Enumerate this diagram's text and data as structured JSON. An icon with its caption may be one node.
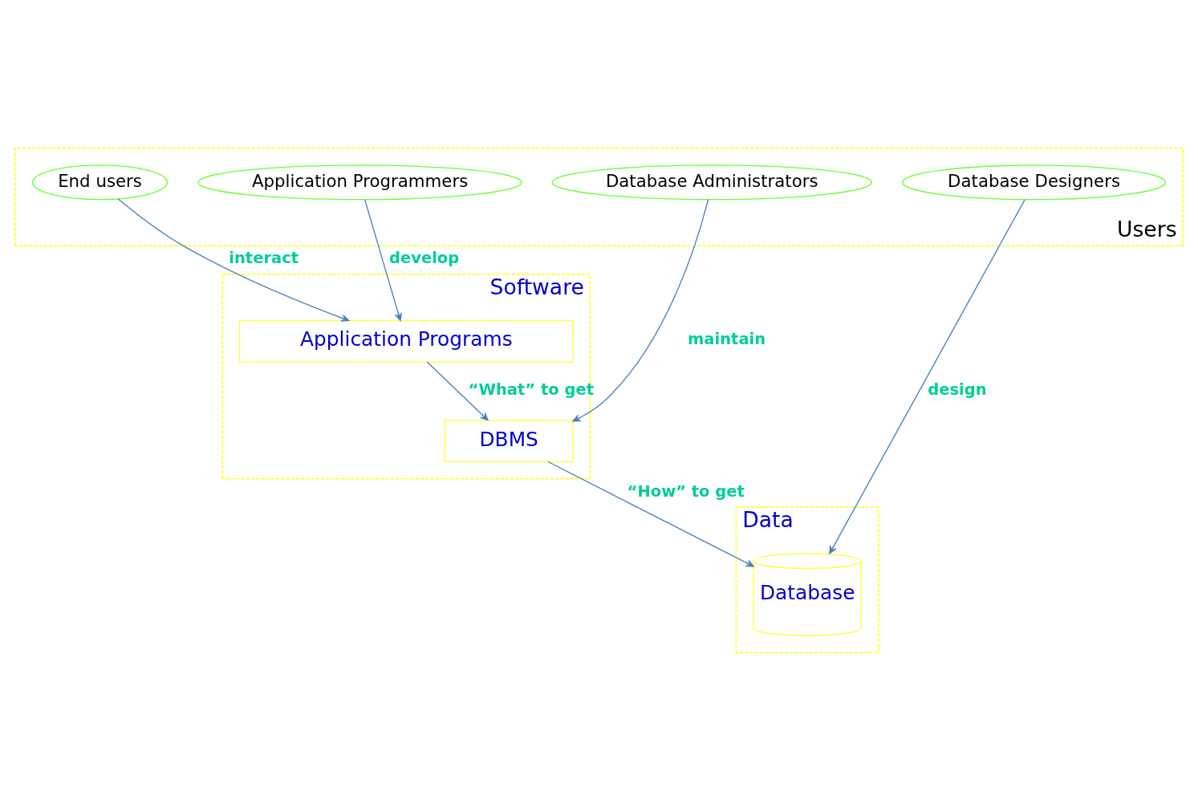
{
  "diagram": {
    "nodes": [
      {
        "text": [
          "Software"
        ]
      },
      {
        "text": [
          "Application Programs"
        ],
        "in": 0
      },
      {
        "text": [
          "DBMS"
        ],
        "in": 0
      },
      {
        "text": [
          "Data"
        ]
      },
      {
        "text": [
          "Database"
        ],
        "in": 3
      },
      {
        "text": [
          "Users"
        ]
      },
      {
        "text": [
          "End users"
        ],
        "in": 5
      },
      {
        "text": [
          "Application Programmers"
        ],
        "in": 5
      },
      {
        "text": [
          "Database Administrators"
        ],
        "in": 5
      },
      {
        "text": [
          "Database Designers"
        ],
        "in": 5
      }
    ],
    "edges": [
      {
        "from": 6,
        "to": 1,
        "arrow": "to",
        "label": "interact"
      },
      {
        "from": 7,
        "to": 1,
        "arrow": "to",
        "label": "develop"
      },
      {
        "from": 1,
        "to": 2,
        "arrow": "to",
        "label": "“What” to get"
      },
      {
        "from": 2,
        "to": 4,
        "arrow": "to",
        "label": "“How” to get"
      },
      {
        "from": 8,
        "to": 2,
        "arrow": "to",
        "label": "maintain"
      },
      {
        "from": 9,
        "to": 4,
        "arrow": "to",
        "label": "design"
      }
    ]
  }
}
